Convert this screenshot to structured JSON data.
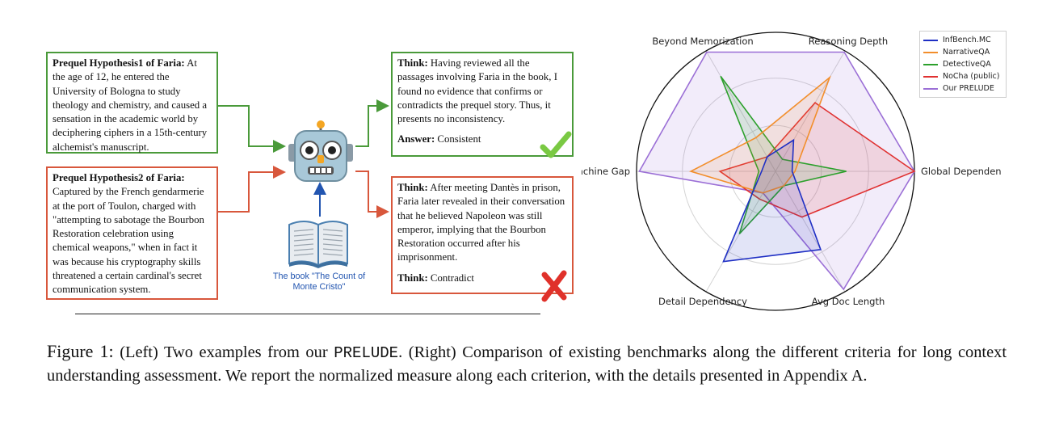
{
  "left": {
    "hyp1": {
      "title": "Prequel Hypothesis1 of Faria:",
      "body": "At the age of 12, he entered the University of Bologna to study theology and chemistry, and caused a sensation in the academic world by deciphering ciphers in a 15th-century alchemist's manuscript."
    },
    "hyp2": {
      "title": "Prequel Hypothesis2 of Faria:",
      "body": "Captured by the French gendarmerie at the port of Toulon, charged with \"attempting to sabotage the Bourbon Restoration celebration using chemical weapons,\" when in fact it was because his cryptography skills threatened a certain cardinal's secret communication system."
    },
    "think1": {
      "label": "Think:",
      "text": "Having reviewed all the passages involving Faria in the book, I found no evidence that confirms or contradicts the prequel story. Thus, it presents no inconsistency.",
      "answer_label": "Answer:",
      "answer": "Consistent"
    },
    "think2": {
      "label": "Think:",
      "text": "After meeting Dantès in prison, Faria later revealed in their conversation that he believed Napoleon was still emperor, implying that the Bourbon Restoration occurred after his imprisonment.",
      "answer_label": "Think:",
      "answer": "Contradict"
    },
    "book_caption": "The book \"The Count of Monte Cristo\"",
    "colors": {
      "green": "#4a9a3a",
      "red": "#d8573c",
      "blue": "#2255b0"
    },
    "icons": {
      "consistent": "check-mark-icon",
      "contradict": "cross-mark-icon",
      "agent": "robot-icon",
      "source": "open-book-icon"
    }
  },
  "chart_data": {
    "type": "radar",
    "axes": [
      "Global Dependency",
      "Reasoning Depth",
      "Beyond Memorization",
      "Human-Machine Gap",
      "Detail Dependency",
      "Avg Doc Length"
    ],
    "axis_angles_deg": [
      0,
      60,
      120,
      180,
      240,
      300
    ],
    "rlim": [
      0,
      1
    ],
    "grid_rings": [
      0.33,
      0.67
    ],
    "grid": true,
    "legend_position": "top-right",
    "series": [
      {
        "name": "InfBench.MC",
        "color": "#1f2fc4",
        "values": [
          0.12,
          0.26,
          0.12,
          0.1,
          0.75,
          0.65
        ]
      },
      {
        "name": "NarrativeQA",
        "color": "#f28e2b",
        "values": [
          0.14,
          0.78,
          0.28,
          0.61,
          0.18,
          0.12
        ]
      },
      {
        "name": "DetectiveQA",
        "color": "#2ca02c",
        "values": [
          0.51,
          0.1,
          0.79,
          0.12,
          0.52,
          0.12
        ]
      },
      {
        "name": "NoCha (public)",
        "color": "#e03131",
        "values": [
          1.0,
          0.57,
          0.12,
          0.4,
          0.23,
          0.38
        ]
      },
      {
        "name": "Our PRELUDE",
        "color": "#9b6fd6",
        "values": [
          1.0,
          0.99,
          0.99,
          0.98,
          0.18,
          0.98
        ]
      }
    ]
  },
  "caption": {
    "label": "Figure 1:",
    "part1": "(Left) Two examples from our",
    "dataset": "PRELUDE",
    "part2": ". (Right) Comparison of existing benchmarks along the different criteria for long context understanding assessment. We report the normalized measure along each criterion, with the details presented in Appendix A."
  }
}
